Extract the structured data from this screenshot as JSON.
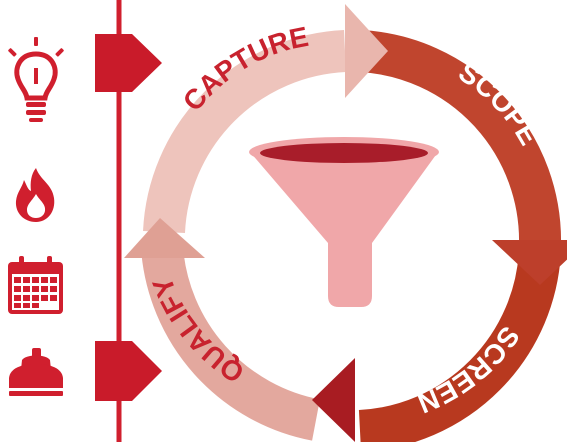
{
  "colors": {
    "primary_red": "#d01f2e",
    "capture_pink": "#eec4bc",
    "scope_red": "#c0452e",
    "screen_red": "#b8391f",
    "qualify_pink": "#e3a89e",
    "funnel_pink": "#f0a7a9",
    "funnel_rim": "#a81d2a",
    "dark_red": "#9b1c1f"
  },
  "icons": [
    "lightbulb-icon",
    "fire-icon",
    "calendar-icon",
    "telephone-icon"
  ],
  "cycle": {
    "stages": [
      {
        "label": "CAPTURE"
      },
      {
        "label": "SCOPE"
      },
      {
        "label": "SCREEN"
      },
      {
        "label": "QUALIFY"
      }
    ]
  }
}
